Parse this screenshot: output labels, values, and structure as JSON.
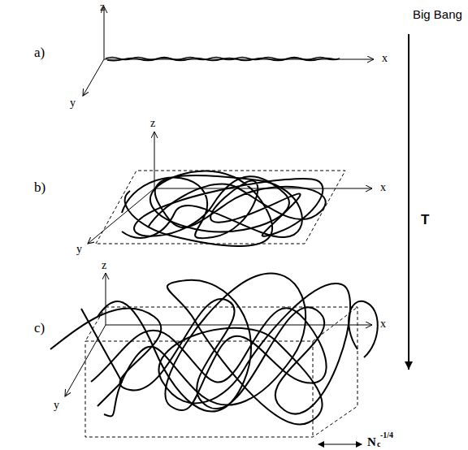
{
  "diagram": {
    "labels": [
      "Big Bang",
      "a)",
      "z",
      "x",
      "y",
      "b)",
      "z",
      "x",
      "y",
      "T",
      "c)",
      "z",
      "x",
      "y",
      "N",
      "c",
      "-1/4"
    ]
  }
}
